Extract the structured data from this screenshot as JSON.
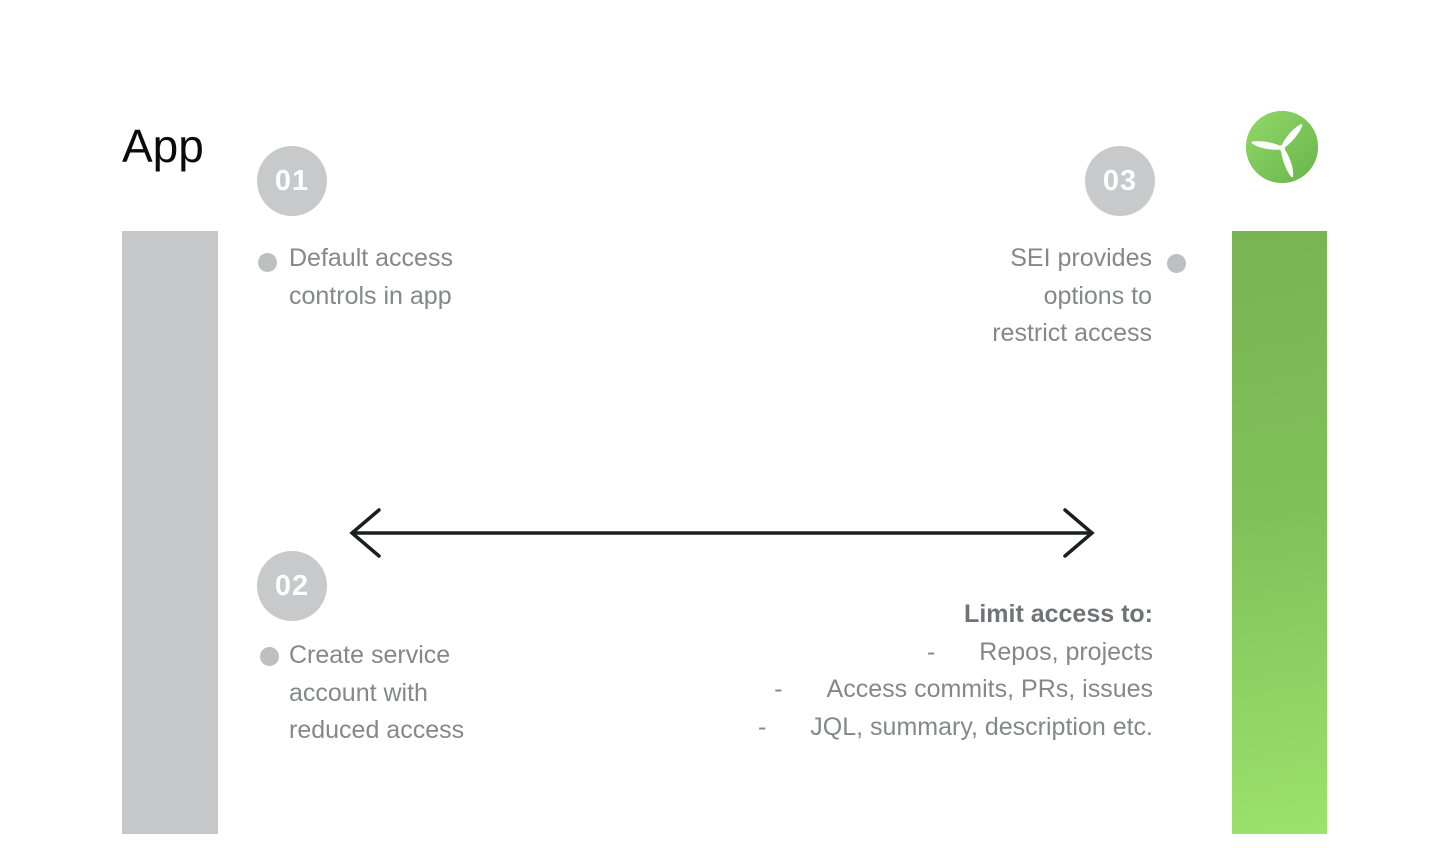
{
  "header": {
    "app_label": "App"
  },
  "logo": {
    "icon": "sei-propeller-logo"
  },
  "colors": {
    "left_bar": "#c6c7c8",
    "right_bar_top": "#79b453",
    "right_bar_bottom": "#9ce26d",
    "badge_gray": "#c8c9ca",
    "body_text": "#85878b",
    "heading_text": "#6f7277",
    "arrow": "#1d1e20",
    "logo_green_light": "#92d86a",
    "logo_green_dark": "#68b549"
  },
  "steps": [
    {
      "number": "01",
      "lines": [
        "Default access",
        "controls in app"
      ]
    },
    {
      "number": "02",
      "lines": [
        "Create service",
        "account with",
        "reduced access"
      ]
    },
    {
      "number": "03",
      "lines": [
        "SEI provides",
        "options to",
        "restrict access"
      ]
    }
  ],
  "limit_access": {
    "heading": "Limit access to:",
    "dash": "-",
    "items": [
      "Repos, projects",
      "Access commits, PRs, issues",
      "JQL, summary, description etc."
    ]
  }
}
